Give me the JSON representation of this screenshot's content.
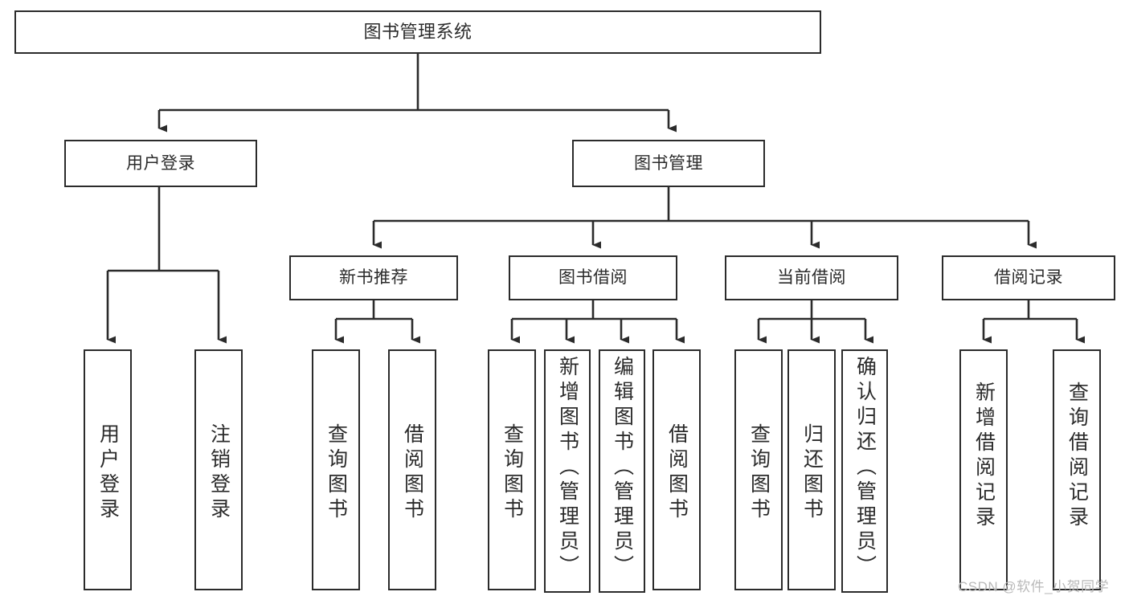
{
  "diagram": {
    "title": "图书管理系统",
    "type": "tree-hierarchy-diagram",
    "watermark": "CSDN @软件_小贺同学",
    "colors": {
      "background": "#ffffff",
      "box_border": "#2b2b2b",
      "box_fill": "#ffffff",
      "text": "#2b2b2b",
      "connector": "#2b2b2b",
      "watermark": "#b9b9b9"
    },
    "root": {
      "label": "图书管理系统"
    },
    "level1": [
      {
        "label": "用户登录"
      },
      {
        "label": "图书管理"
      }
    ],
    "level2": [
      {
        "label": "新书推荐"
      },
      {
        "label": "图书借阅"
      },
      {
        "label": "当前借阅"
      },
      {
        "label": "借阅记录"
      }
    ],
    "leaves": {
      "user_login": [
        {
          "label": "用户登录"
        },
        {
          "label": "注销登录"
        }
      ],
      "new_book_recommend": [
        {
          "label": "查询图书"
        },
        {
          "label": "借阅图书"
        }
      ],
      "book_borrow": [
        {
          "label": "查询图书"
        },
        {
          "label": "新增图书（管理员）"
        },
        {
          "label": "编辑图书（管理员）"
        },
        {
          "label": "借阅图书"
        }
      ],
      "current_borrow": [
        {
          "label": "查询图书"
        },
        {
          "label": "归还图书"
        },
        {
          "label": "确认归还（管理员）"
        }
      ],
      "borrow_record": [
        {
          "label": "新增借阅记录"
        },
        {
          "label": "查询借阅记录"
        }
      ]
    }
  }
}
